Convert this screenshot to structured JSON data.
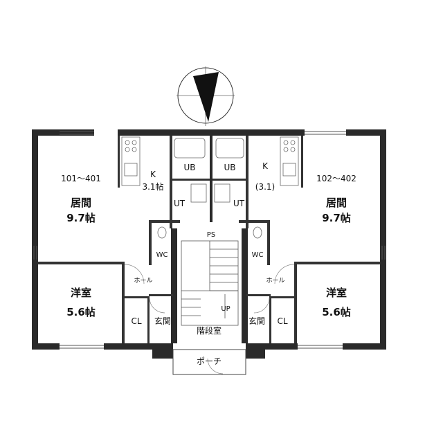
{
  "plan": {
    "compass": {
      "icon": "north-arrow-icon"
    },
    "unit_left": {
      "unit_range": "101～401",
      "living": {
        "name": "居間",
        "area": "9.7帖"
      },
      "kitchen": {
        "name": "K",
        "area": "3.1帖"
      },
      "bath": "UB",
      "utility": "UT",
      "toilet": "WC",
      "hall": "ホール",
      "western_room": {
        "name": "洋室",
        "area": "5.6帖"
      },
      "closet": "CL",
      "entrance": "玄関"
    },
    "unit_right": {
      "unit_range": "102～402",
      "living": {
        "name": "居間",
        "area": "9.7帖"
      },
      "kitchen": {
        "name": "K",
        "area": "(3.1)"
      },
      "bath": "UB",
      "utility": "UT",
      "toilet": "WC",
      "hall": "ホール",
      "western_room": {
        "name": "洋室",
        "area": "5.6帖"
      },
      "closet": "CL",
      "entrance": "玄関"
    },
    "common": {
      "pipe_space": "PS",
      "stair_up": "UP",
      "stairwell": "階段室",
      "porch": "ポーチ"
    },
    "colors": {
      "wall": "#2a2a2a",
      "line": "#333333",
      "thin": "#777777"
    }
  }
}
